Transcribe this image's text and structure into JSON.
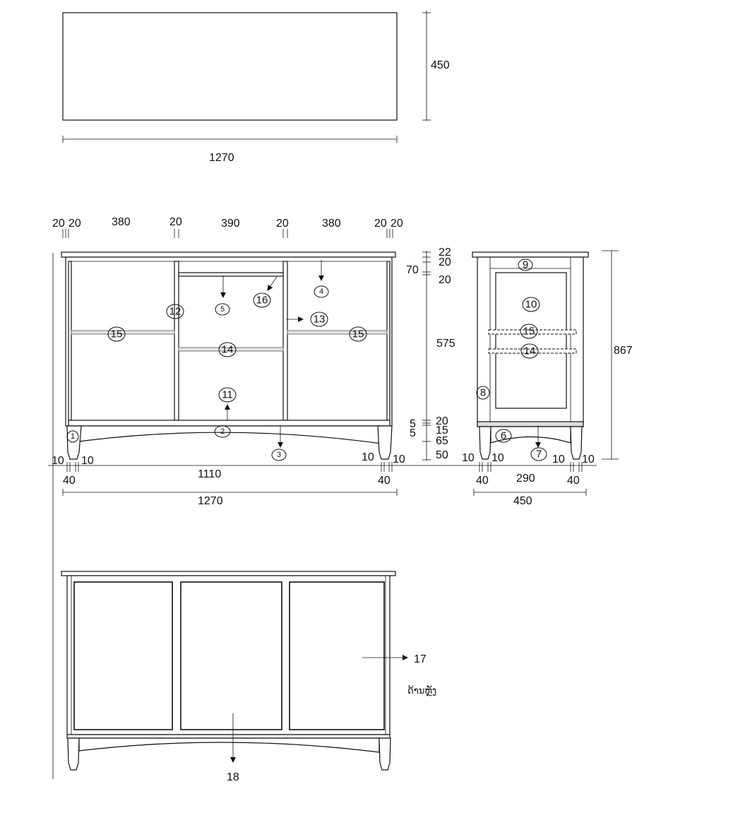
{
  "top_view": {
    "depth": "450",
    "width": "1270"
  },
  "front_view": {
    "top_dims": [
      "20",
      "20",
      "380",
      "20",
      "390",
      "20",
      "380",
      "20",
      "20"
    ],
    "right_dims": [
      "22",
      "20",
      "70",
      "20",
      "575",
      "5",
      "20",
      "5",
      "15",
      "65",
      "50"
    ],
    "bottom_dims": [
      "10",
      "10",
      "1110",
      "10",
      "10",
      "40",
      "40",
      "1270"
    ],
    "callouts": [
      "1",
      "2",
      "3",
      "4",
      "5",
      "16",
      "12",
      "13",
      "15",
      "15",
      "14",
      "11"
    ]
  },
  "side_view": {
    "height": "867",
    "bottom_dims": [
      "10",
      "10",
      "290",
      "10",
      "10",
      "40",
      "40",
      "450"
    ],
    "callouts": [
      "9",
      "10",
      "15",
      "14",
      "8",
      "6",
      "7"
    ]
  },
  "back_view": {
    "callouts": [
      "17",
      "18"
    ],
    "label": "ດ້ານຫຼັງ"
  }
}
